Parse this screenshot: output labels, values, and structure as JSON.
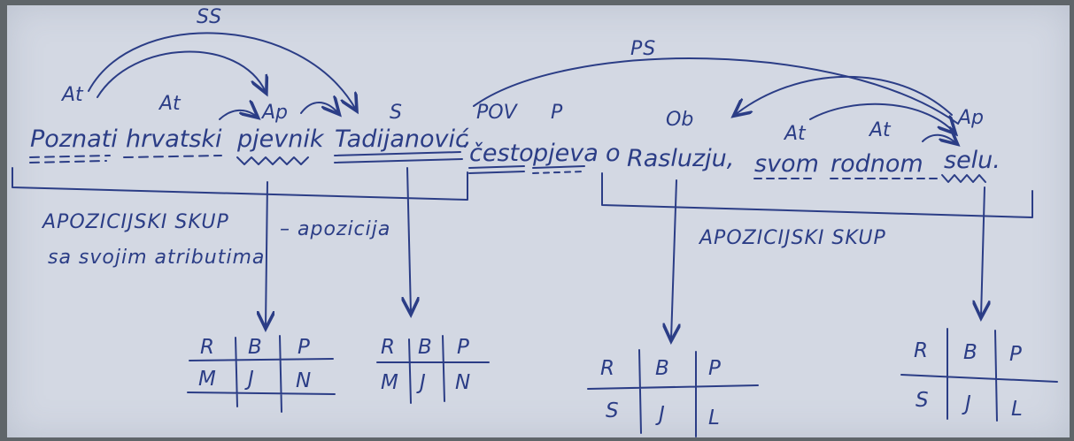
{
  "sentence": {
    "words": [
      "Poznati",
      "hrvatski",
      "pjevnik",
      "Tadijanović",
      "često",
      "pjeva",
      "o",
      "Rasluzju,",
      "svom",
      "rodnom",
      "selu."
    ],
    "separators": [
      ","
    ]
  },
  "labels": {
    "at1": "At",
    "at2": "At",
    "ap1": "Ap",
    "s": "S",
    "pov": "POV",
    "p": "P",
    "ob": "Ob",
    "at3": "At",
    "at4": "At",
    "ap2": "Ap",
    "ss": "SS",
    "ps": "PS"
  },
  "captions": {
    "left_line1": "APOZICIJSKI SKUP",
    "left_line1_suffix": "– apozicija",
    "left_line2": "sa svojim atributima",
    "right": "APOZICIJSKI SKUP"
  },
  "tables": [
    {
      "header": [
        "R",
        "B",
        "P"
      ],
      "row": [
        "M",
        "J",
        "N"
      ]
    },
    {
      "header": [
        "R",
        "B",
        "P"
      ],
      "row": [
        "M",
        "J",
        "N"
      ]
    },
    {
      "header": [
        "R",
        "B",
        "P"
      ],
      "row": [
        "S",
        "J",
        "L"
      ]
    },
    {
      "header": [
        "R",
        "B",
        "P"
      ],
      "row": [
        "S",
        "J",
        "L"
      ]
    }
  ],
  "colors": {
    "ink": "#2b3d86",
    "paper": "#d3d8e3",
    "background": "#5f6569"
  }
}
